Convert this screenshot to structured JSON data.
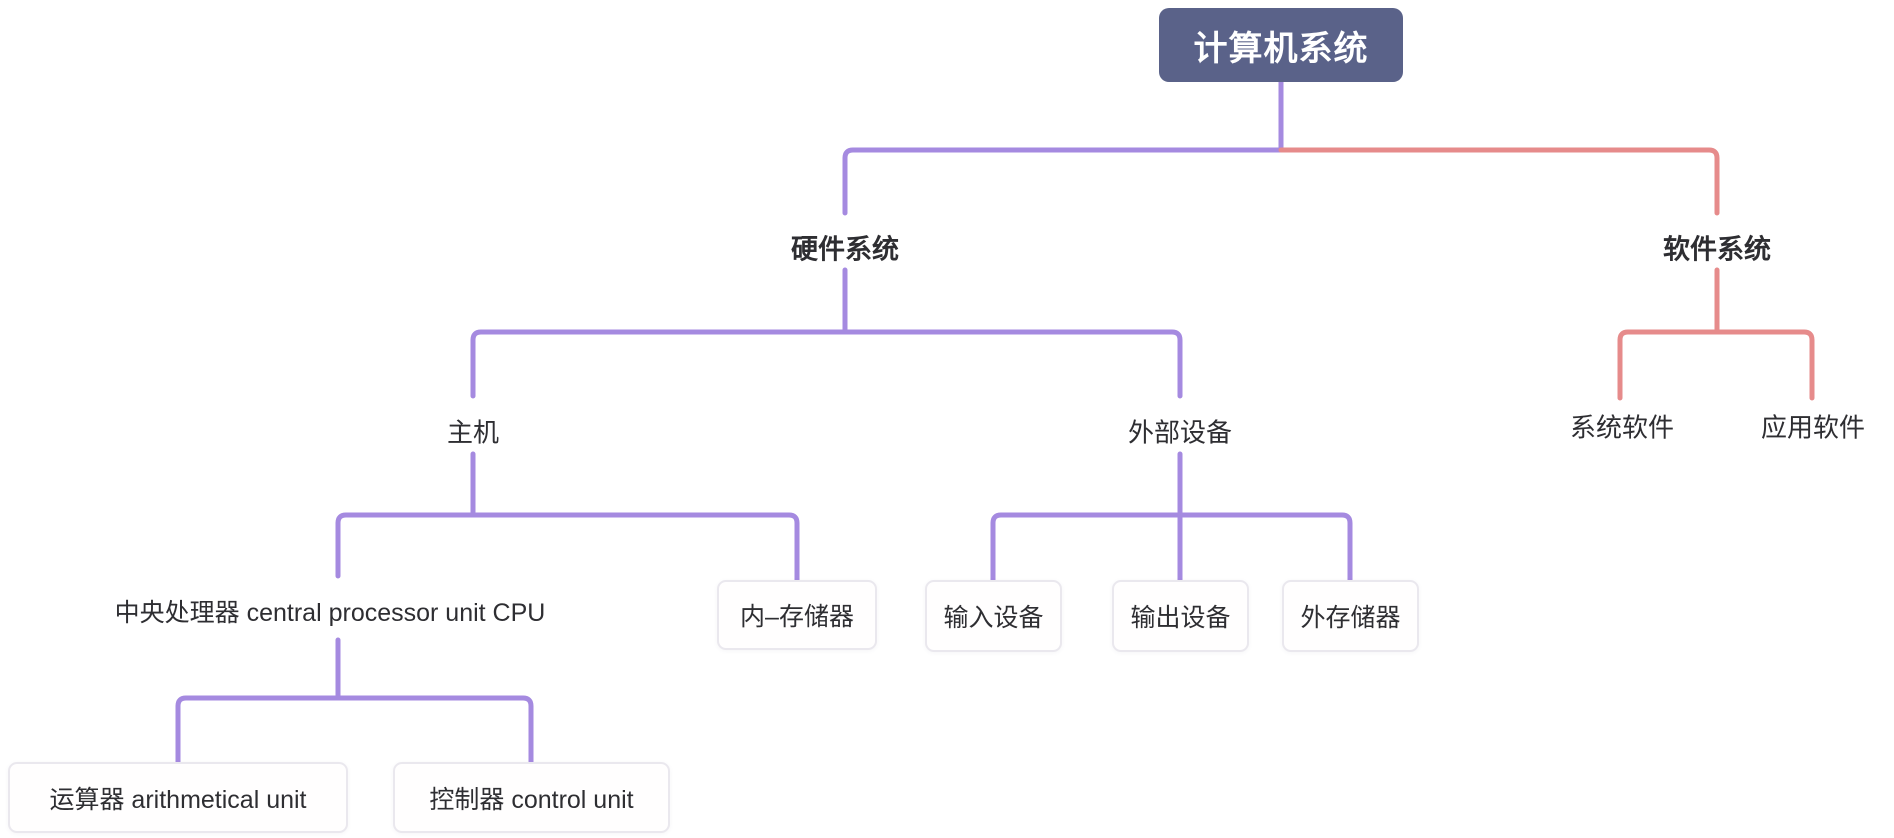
{
  "colors": {
    "canvas_bg": "#ffffff",
    "hardware_branch": "#a58ae0",
    "software_branch": "#e68b8b",
    "root_bg": "#5a6289",
    "root_text": "#ffffff",
    "node_text": "#2e2e32",
    "box_bg": "#fffefe",
    "box_border": "#eae8ee"
  },
  "mindmap": {
    "root": {
      "label": "计算机系统"
    },
    "nodes": {
      "hardware": {
        "label": "硬件系统"
      },
      "software": {
        "label": "软件系统"
      },
      "host": {
        "label": "主机"
      },
      "external_devices": {
        "label": "外部设备"
      },
      "system_software": {
        "label": "系统软件"
      },
      "application_software": {
        "label": "应用软件"
      },
      "cpu": {
        "label": "中央处理器 central processor unit CPU"
      },
      "internal_memory": {
        "label": "内–存储器"
      },
      "input_device": {
        "label": "输入设备"
      },
      "output_device": {
        "label": "输出设备"
      },
      "external_storage": {
        "label": "外存储器"
      },
      "arithmetical_unit": {
        "label": "运算器 arithmetical unit"
      },
      "control_unit": {
        "label": "控制器 control unit"
      }
    }
  }
}
